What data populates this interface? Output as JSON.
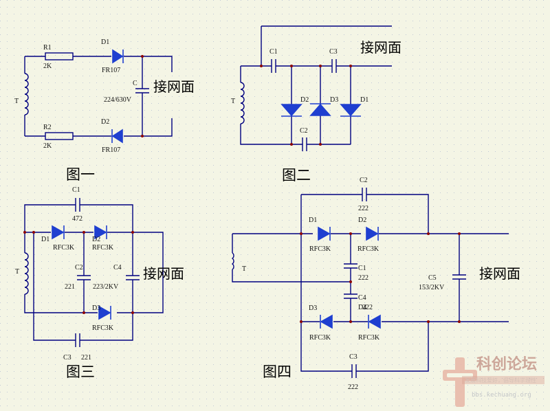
{
  "fig1": {
    "r1": "R1",
    "r1_val": "2K",
    "r2": "R2",
    "r2_val": "2K",
    "d1": "D1",
    "d1_val": "FR107",
    "d2": "D2",
    "d2_val": "FR107",
    "c": "C",
    "c_val": "224/630V",
    "t": "T",
    "grid": "接网面",
    "caption": "图一"
  },
  "fig2": {
    "c1": "C1",
    "c2": "C2",
    "c3": "C3",
    "d1": "D1",
    "d2": "D2",
    "d3": "D3",
    "t": "T",
    "grid": "接网面",
    "caption": "图二"
  },
  "fig3": {
    "c1": "C1",
    "c1_val": "472",
    "c2": "C2",
    "c2_val": "221",
    "c3": "C3",
    "c3_val": "221",
    "c4": "C4",
    "c4_val": "223/2KV",
    "d1": "D1",
    "d1_val": "RFC3K",
    "d2": "D2",
    "d2_val": "RFC3K",
    "d3": "D3",
    "d3_val": "RFC3K",
    "t": "T",
    "grid": "接网面",
    "caption": "图三"
  },
  "fig4": {
    "c1": "C1",
    "c1_val": "222",
    "c2": "C2",
    "c2_val": "222",
    "c3": "C3",
    "c3_val": "222",
    "c4": "C4",
    "c4_val": "222",
    "c5": "C5",
    "c5_val": "153/2KV",
    "d1": "D1",
    "d1_val": "RFC3K",
    "d2": "D2",
    "d2_val": "RFC3K",
    "d3": "D3",
    "d3_val": "RFC3K",
    "d4": "D4",
    "d4_val": "RFC3K",
    "t": "T",
    "grid": "接网面",
    "caption": "图四"
  },
  "watermark": {
    "logo": "科创论坛",
    "slogan": "发展科技爱好，倡导科学理性",
    "url": "bbs.kechuang.org"
  },
  "colors": {
    "background": "#f4f5e5",
    "dot_grid": "#bfc7d6",
    "wire": "#000080",
    "diode": "#1f3fd0",
    "junction": "#8b0000",
    "label": "#111111"
  }
}
